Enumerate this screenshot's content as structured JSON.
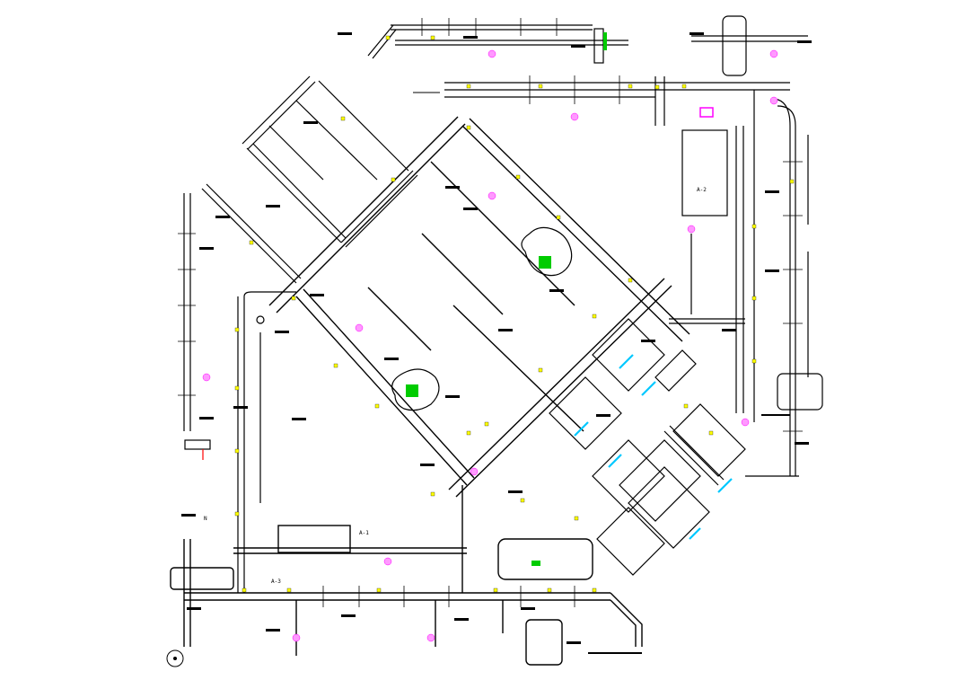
{
  "drawing": {
    "colors": {
      "duct": "#000000",
      "fitting": "#ffff00",
      "damper": "#ff99ff",
      "diffuser_blue": "#00c8ff",
      "equipment_green": "#00cc00",
      "accent_red": "#ff0000",
      "accent_magenta": "#ff00ff",
      "background": "#ffffff"
    },
    "labels": {
      "north_marker": "N",
      "zone_left": "A-1",
      "zone_right": "A-2",
      "zone_bottom": "A-3"
    },
    "icons": {
      "north_arrow": "circle-target-icon",
      "equipment": "fan-coil-unit-icon"
    }
  }
}
